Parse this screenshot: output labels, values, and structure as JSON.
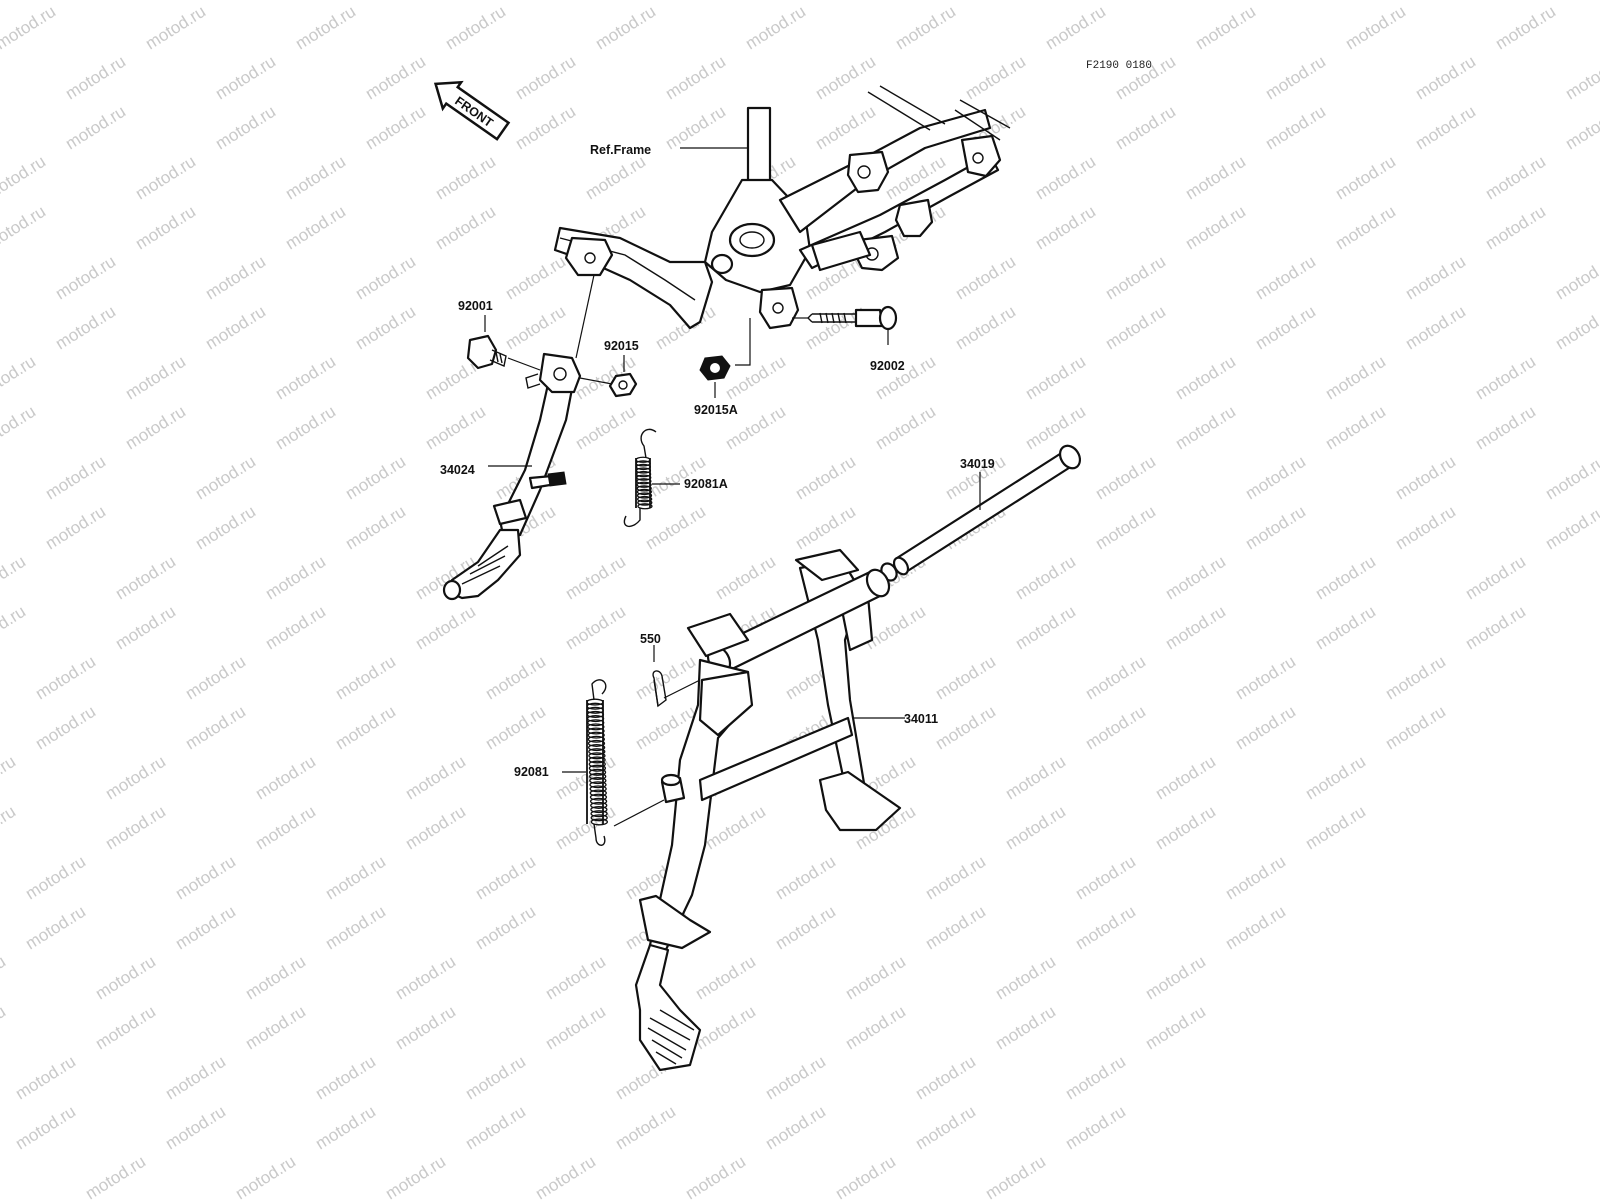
{
  "diagram": {
    "code": "F2190 0180",
    "front_label": "FRONT",
    "watermark": "motod.ru",
    "parts": [
      {
        "id": "ref-frame",
        "label": "Ref.Frame"
      },
      {
        "id": "92001",
        "label": "92001"
      },
      {
        "id": "92015",
        "label": "92015"
      },
      {
        "id": "92015A",
        "label": "92015A"
      },
      {
        "id": "92002",
        "label": "92002"
      },
      {
        "id": "34024",
        "label": "34024"
      },
      {
        "id": "92081A",
        "label": "92081A"
      },
      {
        "id": "34019",
        "label": "34019"
      },
      {
        "id": "550",
        "label": "550"
      },
      {
        "id": "34011",
        "label": "34011"
      },
      {
        "id": "92081",
        "label": "92081"
      }
    ]
  }
}
